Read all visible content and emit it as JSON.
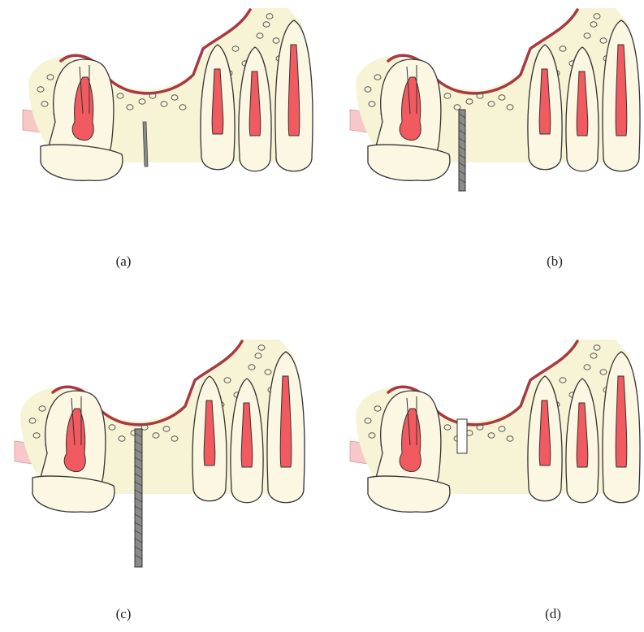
{
  "figure": {
    "panels": [
      {
        "id": "a",
        "caption": "(a)",
        "instrument": "thin-probe"
      },
      {
        "id": "b",
        "caption": "(b)",
        "instrument": "short-drill"
      },
      {
        "id": "c",
        "caption": "(c)",
        "instrument": "long-drill"
      },
      {
        "id": "d",
        "caption": "(d)",
        "instrument": "none"
      }
    ],
    "colors": {
      "bone": "#f7f4d6",
      "tooth": "#fbf7e2",
      "pulp": "#f15a5e",
      "gum_line": "#a83a3f",
      "sinus_membrane": "#f6c8c8",
      "outline": "#333333",
      "drill": "#8a8a8a"
    }
  }
}
